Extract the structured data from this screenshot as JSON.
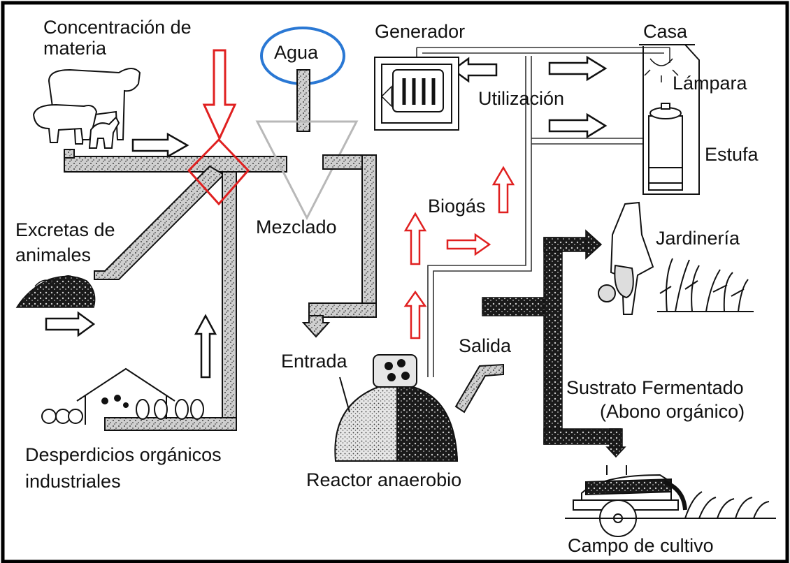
{
  "labels": {
    "concentracion_l1": "Concentración de",
    "concentracion_l2": "materia",
    "agua": "Agua",
    "generador": "Generador",
    "casa": "Casa",
    "lampara": "Lámpara",
    "utilizacion": "Utilización",
    "estufa": "Estufa",
    "excretas_l1": "Excretas de",
    "excretas_l2": "animales",
    "mezclado": "Mezclado",
    "biogas": "Biogás",
    "jardineria": "Jardinería",
    "entrada": "Entrada",
    "salida": "Salida",
    "sustrato_l1": "Sustrato Fermentado",
    "sustrato_l2": "(Abono orgánico)",
    "desperdicios_l1": "Desperdicios orgánicos",
    "desperdicios_l2": "industriales",
    "reactor": "Reactor anaerobio",
    "campo": "Campo de cultivo"
  },
  "colors": {
    "flow_arrow": "#e02020",
    "water_ring": "#2a78d4",
    "funnel": "#b8b8b8",
    "ink": "#111111"
  },
  "icons": [
    "cattle-icon",
    "manure-icon",
    "factory-icon",
    "generator-icon",
    "lamp-icon",
    "stove-icon",
    "gardener-icon",
    "spreader-icon"
  ]
}
